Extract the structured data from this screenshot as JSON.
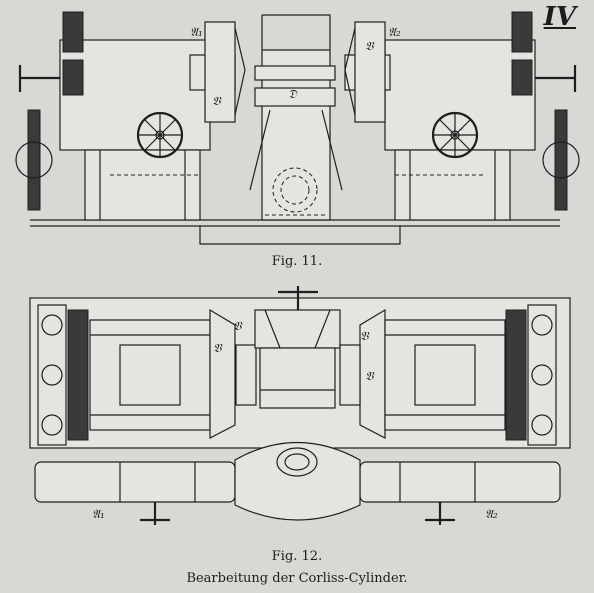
{
  "plate_number": "IV",
  "figure_11_caption": "Fig. 11.",
  "figure_12_caption": "Fig. 12.",
  "plate_title": "Bearbeitung der Corliss-Cylinder.",
  "figure_labels": {
    "fig11_r1": "𝔄₁",
    "fig11_c_left": "𝔙",
    "fig11_c_right": "𝔙",
    "fig11_r2": "𝔄₂",
    "fig11_center": "𝔇",
    "fig12_c_left_top": "𝔙",
    "fig12_c_left_bottom": "𝔙",
    "fig12_c_right_top": "𝔙",
    "fig12_c_right_bottom": "𝔙",
    "fig12_r1": "𝔄₁",
    "fig12_r2": "𝔄₂"
  }
}
